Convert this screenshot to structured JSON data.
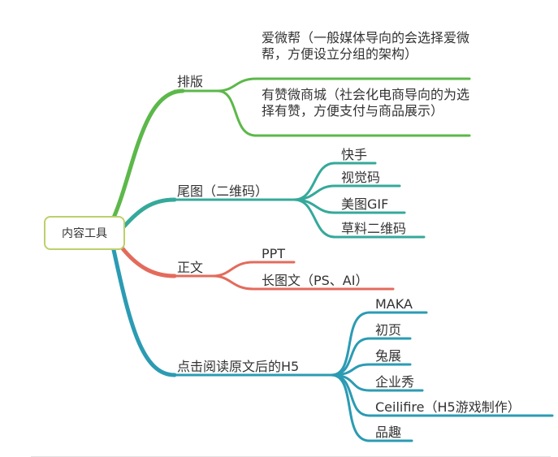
{
  "colors": {
    "layout_branch": "#5cb84a",
    "footer_branch": "#35a99a",
    "body_branch": "#e36b5c",
    "h5_branch": "#2b9bb3",
    "root_border": "#bcd06a",
    "text": "#333333"
  },
  "root": {
    "label": "内容工具"
  },
  "branches": [
    {
      "label": "排版",
      "children": [
        "爱微帮（一般媒体导向的会选择爱微帮，方便设立分组的架构）",
        "有赞微商城（社会化电商导向的为选择有赞，方便支付与商品展示）"
      ]
    },
    {
      "label": "尾图（二维码）",
      "children": [
        "快手",
        "视觉码",
        "美图GIF",
        "草料二维码"
      ]
    },
    {
      "label": "正文",
      "children": [
        "PPT",
        "长图文（PS、AI）"
      ]
    },
    {
      "label": "点击阅读原文后的H5",
      "children": [
        "MAKA",
        "初页",
        "兔展",
        "企业秀",
        "Ceilifire（H5游戏制作）",
        "品趣"
      ]
    }
  ]
}
